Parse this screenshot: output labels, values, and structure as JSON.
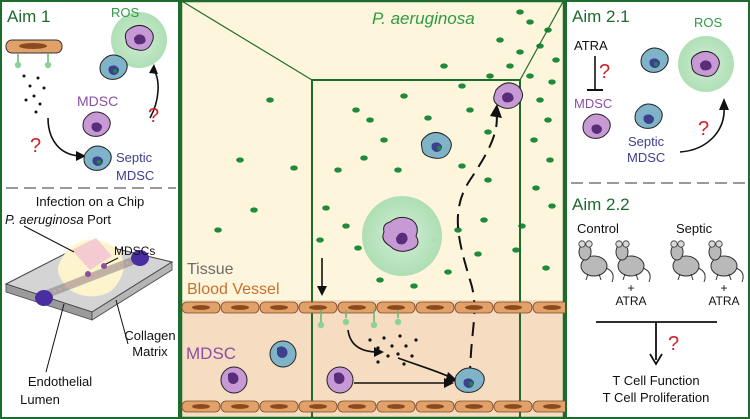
{
  "aim1": {
    "title": "Aim 1",
    "ros": "ROS",
    "mdsc": "MDSC",
    "septic_line1": "Septic",
    "septic_line2": "MDSC",
    "q": "?",
    "chip_title": "Infection on a Chip",
    "port_prefix": "P. aeruginosa",
    "port_suffix": " Port",
    "mdscs": "MDSCs",
    "endo_line1": "Endothelial",
    "endo_line2": "Lumen",
    "collagen_line1": "Collagen",
    "collagen_line2": "Matrix"
  },
  "center": {
    "bacteria": "P. aeruginosa",
    "tissue": "Tissue",
    "vessel": "Blood Vessel",
    "mdsc": "MDSC"
  },
  "aim21": {
    "title": "Aim 2.1",
    "ros": "ROS",
    "atra": "ATRA",
    "mdsc": "MDSC",
    "septic_line1": "Septic",
    "septic_line2": "MDSC",
    "q": "?"
  },
  "aim22": {
    "title": "Aim 2.2",
    "control": "Control",
    "septic": "Septic",
    "plus": "+",
    "atra": "ATRA",
    "q": "?",
    "outcome_line1": "T Cell Function",
    "outcome_line2": "T Cell Proliferation"
  },
  "colors": {
    "frame": "#1e6b2e",
    "green_text": "#2e9a44",
    "purple": "#8b4fa3",
    "navy": "#3d3f8f",
    "red": "#d0222a",
    "vessel": "#c9702e",
    "tissue_bg": "#fdf6dc",
    "vessel_bg": "#f6dcc0",
    "ros_glow": "#b8e3be",
    "bacterium": "#1f8a3a"
  }
}
